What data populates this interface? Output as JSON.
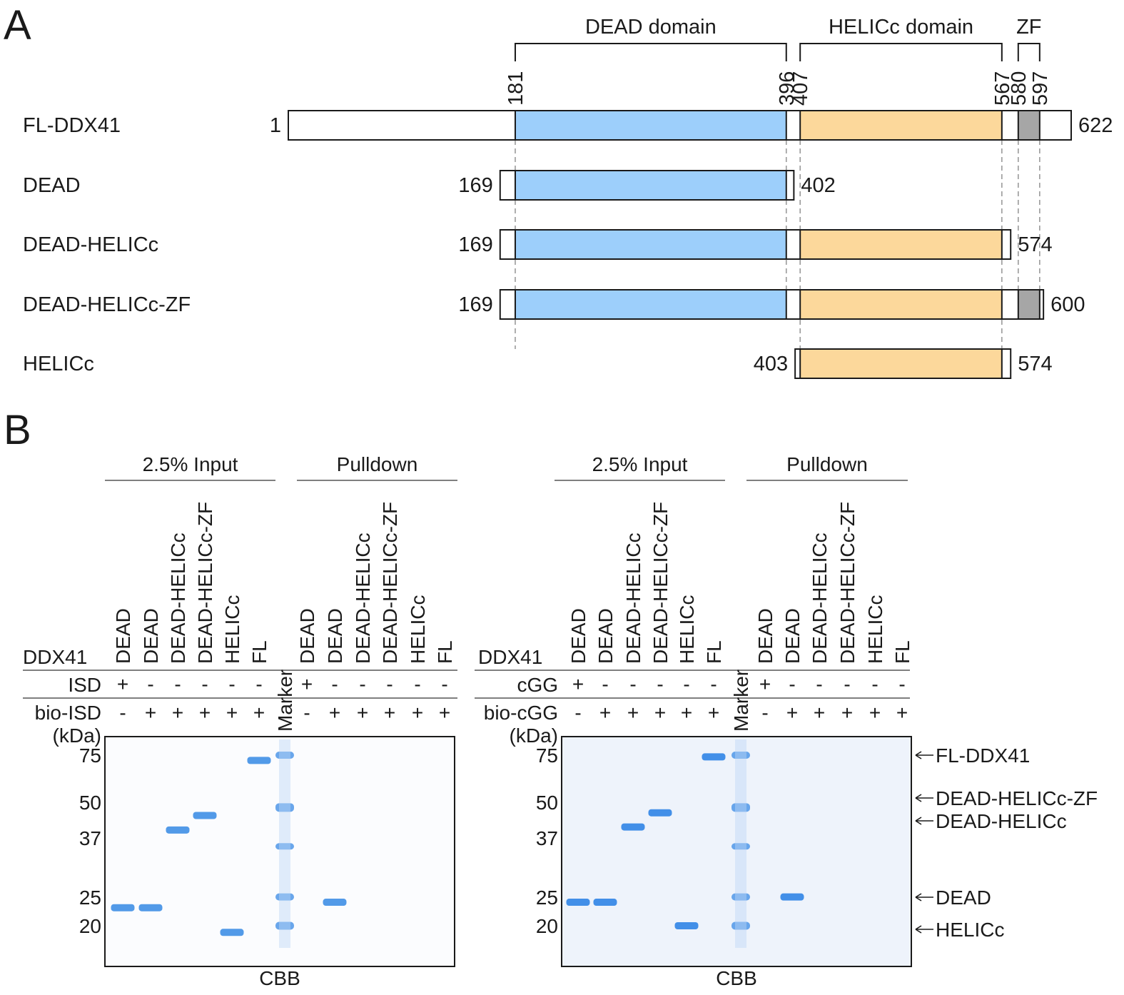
{
  "panel_a": {
    "letter": "A",
    "domain_headers": [
      {
        "label": "DEAD domain",
        "start": 181,
        "end": 396
      },
      {
        "label": "HELICc domain",
        "start": 407,
        "end": 567
      },
      {
        "label": "ZF",
        "start": 580,
        "end": 597
      }
    ],
    "boundary_ticks": [
      "181",
      "396",
      "407",
      "567",
      "580",
      "597"
    ],
    "constructs": [
      {
        "name": "FL-DDX41",
        "start": 1,
        "end": 622,
        "start_label": "1",
        "end_label": "622"
      },
      {
        "name": "DEAD",
        "start": 169,
        "end": 402,
        "start_label": "169",
        "end_label": "402"
      },
      {
        "name": "DEAD-HELICc",
        "start": 169,
        "end": 574,
        "start_label": "169",
        "end_label": "574"
      },
      {
        "name": "DEAD-HELICc-ZF",
        "start": 169,
        "end": 600,
        "start_label": "169",
        "end_label": "600"
      },
      {
        "name": "HELICc",
        "start": 403,
        "end": 574,
        "start_label": "403",
        "end_label": "574"
      }
    ],
    "colors": {
      "dead": "#9dcffb",
      "helicc": "#fcd89b",
      "zf": "#a6a6a6"
    }
  },
  "panel_b": {
    "letter": "B",
    "gels": [
      {
        "id": "isd",
        "input_header": "2.5% Input",
        "pulldown_header": "Pulldown",
        "ddx41_label": "DDX41",
        "competitor_label": "ISD",
        "biotin_label": "bio-ISD",
        "kda_label": "(kDa)",
        "marker_label": "Marker",
        "stain_label": "CBB",
        "lanes": [
          {
            "construct": "DEAD",
            "competitor": "+",
            "biotin": "-"
          },
          {
            "construct": "DEAD",
            "competitor": "-",
            "biotin": "+"
          },
          {
            "construct": "DEAD-HELICc",
            "competitor": "-",
            "biotin": "+"
          },
          {
            "construct": "DEAD-HELICc-ZF",
            "competitor": "-",
            "biotin": "+"
          },
          {
            "construct": "HELICc",
            "competitor": "-",
            "biotin": "+"
          },
          {
            "construct": "FL",
            "competitor": "-",
            "biotin": "+"
          },
          {
            "construct": "DEAD",
            "competitor": "+",
            "biotin": "-"
          },
          {
            "construct": "DEAD",
            "competitor": "-",
            "biotin": "+"
          },
          {
            "construct": "DEAD-HELICc",
            "competitor": "-",
            "biotin": "+"
          },
          {
            "construct": "DEAD-HELICc-ZF",
            "competitor": "-",
            "biotin": "+"
          },
          {
            "construct": "HELICc",
            "competitor": "-",
            "biotin": "+"
          },
          {
            "construct": "FL",
            "competitor": "-",
            "biotin": "+"
          }
        ],
        "mw_markers": [
          "75",
          "50",
          "37",
          "25",
          "20"
        ],
        "bands": [
          {
            "lane": 1,
            "kda": 23
          },
          {
            "lane": 2,
            "kda": 23
          },
          {
            "lane": 3,
            "kda": 42
          },
          {
            "lane": 4,
            "kda": 47
          },
          {
            "lane": 5,
            "kda": 19
          },
          {
            "lane": 6,
            "kda": 72
          },
          {
            "lane": 8,
            "kda": 24
          }
        ]
      },
      {
        "id": "cgg",
        "input_header": "2.5% Input",
        "pulldown_header": "Pulldown",
        "ddx41_label": "DDX41",
        "competitor_label": "cGG",
        "biotin_label": "bio-cGG",
        "kda_label": "(kDa)",
        "marker_label": "Marker",
        "stain_label": "CBB",
        "lanes": [
          {
            "construct": "DEAD",
            "competitor": "+",
            "biotin": "-"
          },
          {
            "construct": "DEAD",
            "competitor": "-",
            "biotin": "+"
          },
          {
            "construct": "DEAD-HELICc",
            "competitor": "-",
            "biotin": "+"
          },
          {
            "construct": "DEAD-HELICc-ZF",
            "competitor": "-",
            "biotin": "+"
          },
          {
            "construct": "HELICc",
            "competitor": "-",
            "biotin": "+"
          },
          {
            "construct": "FL",
            "competitor": "-",
            "biotin": "+"
          },
          {
            "construct": "DEAD",
            "competitor": "+",
            "biotin": "-"
          },
          {
            "construct": "DEAD",
            "competitor": "-",
            "biotin": "+"
          },
          {
            "construct": "DEAD-HELICc",
            "competitor": "-",
            "biotin": "+"
          },
          {
            "construct": "DEAD-HELICc-ZF",
            "competitor": "-",
            "biotin": "+"
          },
          {
            "construct": "HELICc",
            "competitor": "-",
            "biotin": "+"
          },
          {
            "construct": "FL",
            "competitor": "-",
            "biotin": "+"
          }
        ],
        "mw_markers": [
          "75",
          "50",
          "37",
          "25",
          "20"
        ],
        "bands": [
          {
            "lane": 1,
            "kda": 24
          },
          {
            "lane": 2,
            "kda": 24
          },
          {
            "lane": 3,
            "kda": 43
          },
          {
            "lane": 4,
            "kda": 48
          },
          {
            "lane": 5,
            "kda": 20
          },
          {
            "lane": 6,
            "kda": 74
          },
          {
            "lane": 8,
            "kda": 25
          }
        ],
        "band_annotations": [
          "FL-DDX41",
          "DEAD-HELICc-ZF",
          "DEAD-HELICc",
          "DEAD",
          "HELICc"
        ]
      }
    ]
  }
}
